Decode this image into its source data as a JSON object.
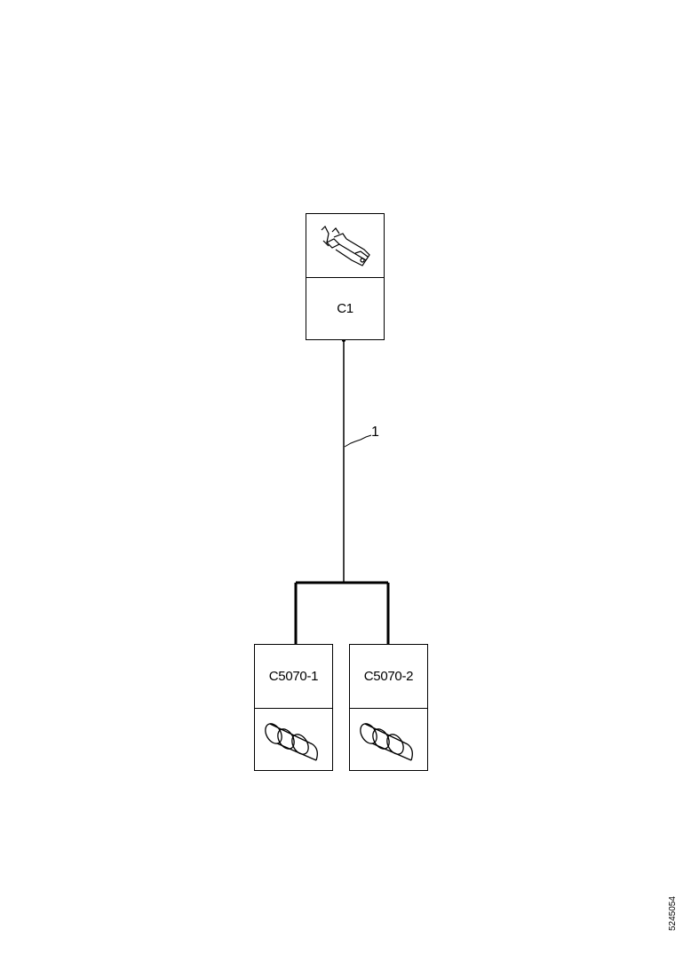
{
  "connectors": {
    "c1": {
      "label": "C1",
      "icon": "terminal-pin-icon"
    },
    "c5070_1": {
      "label": "C5070-1",
      "icon": "cylinder-plug-icon"
    },
    "c5070_2": {
      "label": "C5070-2",
      "icon": "cylinder-plug-icon"
    }
  },
  "harness": {
    "bundle_label": "1"
  },
  "document": {
    "id": "5245054"
  }
}
